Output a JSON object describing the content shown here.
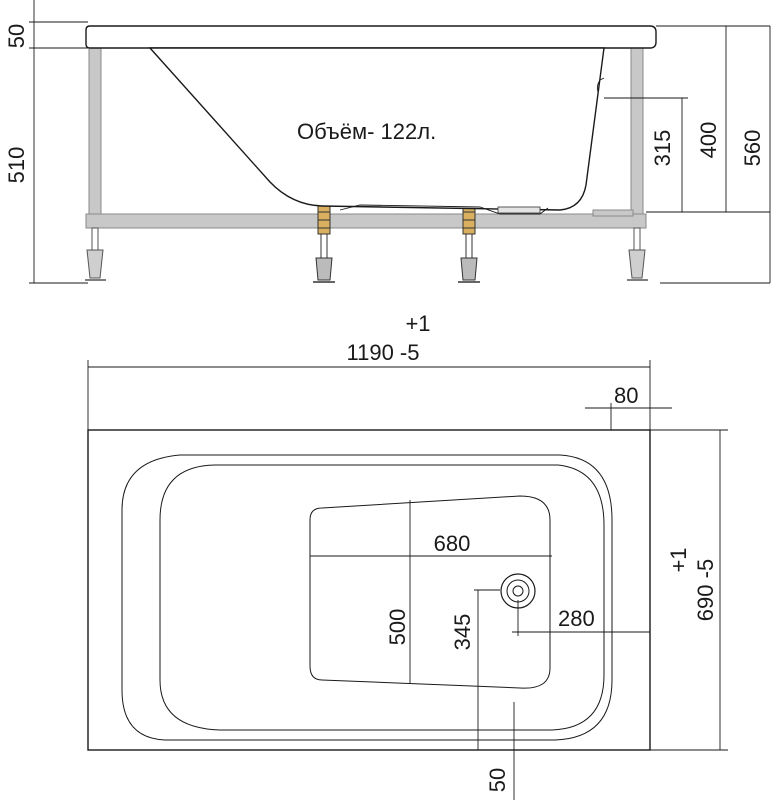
{
  "side_view": {
    "volume_label": "Объём- 122л.",
    "dim_rim": "50",
    "dim_total_left": "510",
    "dim_drain_height": "315",
    "dim_inner_height": "400",
    "dim_total_height": "560"
  },
  "top_view": {
    "length_tolerance_plus": "+1",
    "length_label": "1190 -5",
    "dim_drain_offset": "80",
    "width_tolerance_plus": "+1",
    "width_label": "690 -5",
    "dim_bottom_length": "680",
    "dim_bottom_width": "500",
    "dim_drain_center_y": "345",
    "dim_drain_center_x": "280",
    "dim_bottom_margin": "50"
  },
  "colors": {
    "line": "#1a1a1a",
    "frame_fill": "#c8c8c8",
    "frame_stroke": "#8a8a8a",
    "background": "#ffffff"
  }
}
